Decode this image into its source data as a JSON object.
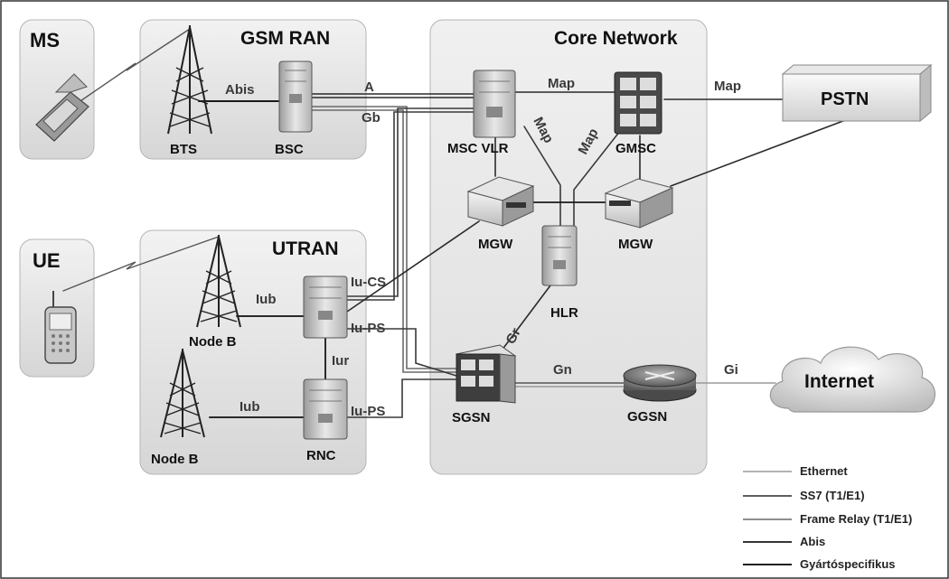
{
  "regions": {
    "ms": "MS",
    "gsm_ran": "GSM RAN",
    "core": "Core Network",
    "ue": "UE",
    "utran": "UTRAN"
  },
  "nodes": {
    "bts": "BTS",
    "bsc": "BSC",
    "msc_vlr": "MSC VLR",
    "gmsc": "GMSC",
    "pstn": "PSTN",
    "mgw1": "MGW",
    "mgw2": "MGW",
    "hlr": "HLR",
    "sgsn": "SGSN",
    "ggsn": "GGSN",
    "internet": "Internet",
    "node_b1": "Node B",
    "node_b2": "Node B",
    "rnc": "RNC"
  },
  "interfaces": {
    "abis": "Abis",
    "a": "A",
    "gb": "Gb",
    "map1": "Map",
    "map2": "Map",
    "map3": "Map",
    "map4": "Map",
    "iucs": "Iu-CS",
    "iups1": "Iu-PS",
    "iups2": "Iu-PS",
    "iub1": "Iub",
    "iub2": "Iub",
    "iur": "Iur",
    "gr": "Gr",
    "gn": "Gn",
    "gi": "Gi"
  },
  "legend": [
    {
      "label": "Ethernet",
      "color": "#9a9a9a"
    },
    {
      "label": "SS7 (T1/E1)",
      "color": "#2a2a2a"
    },
    {
      "label": "Frame Relay (T1/E1)",
      "color": "#6a6a6a"
    },
    {
      "label": "Abis",
      "color": "#1a1a1a"
    },
    {
      "label": "Gyártóspecifikus",
      "color": "#000000"
    }
  ]
}
